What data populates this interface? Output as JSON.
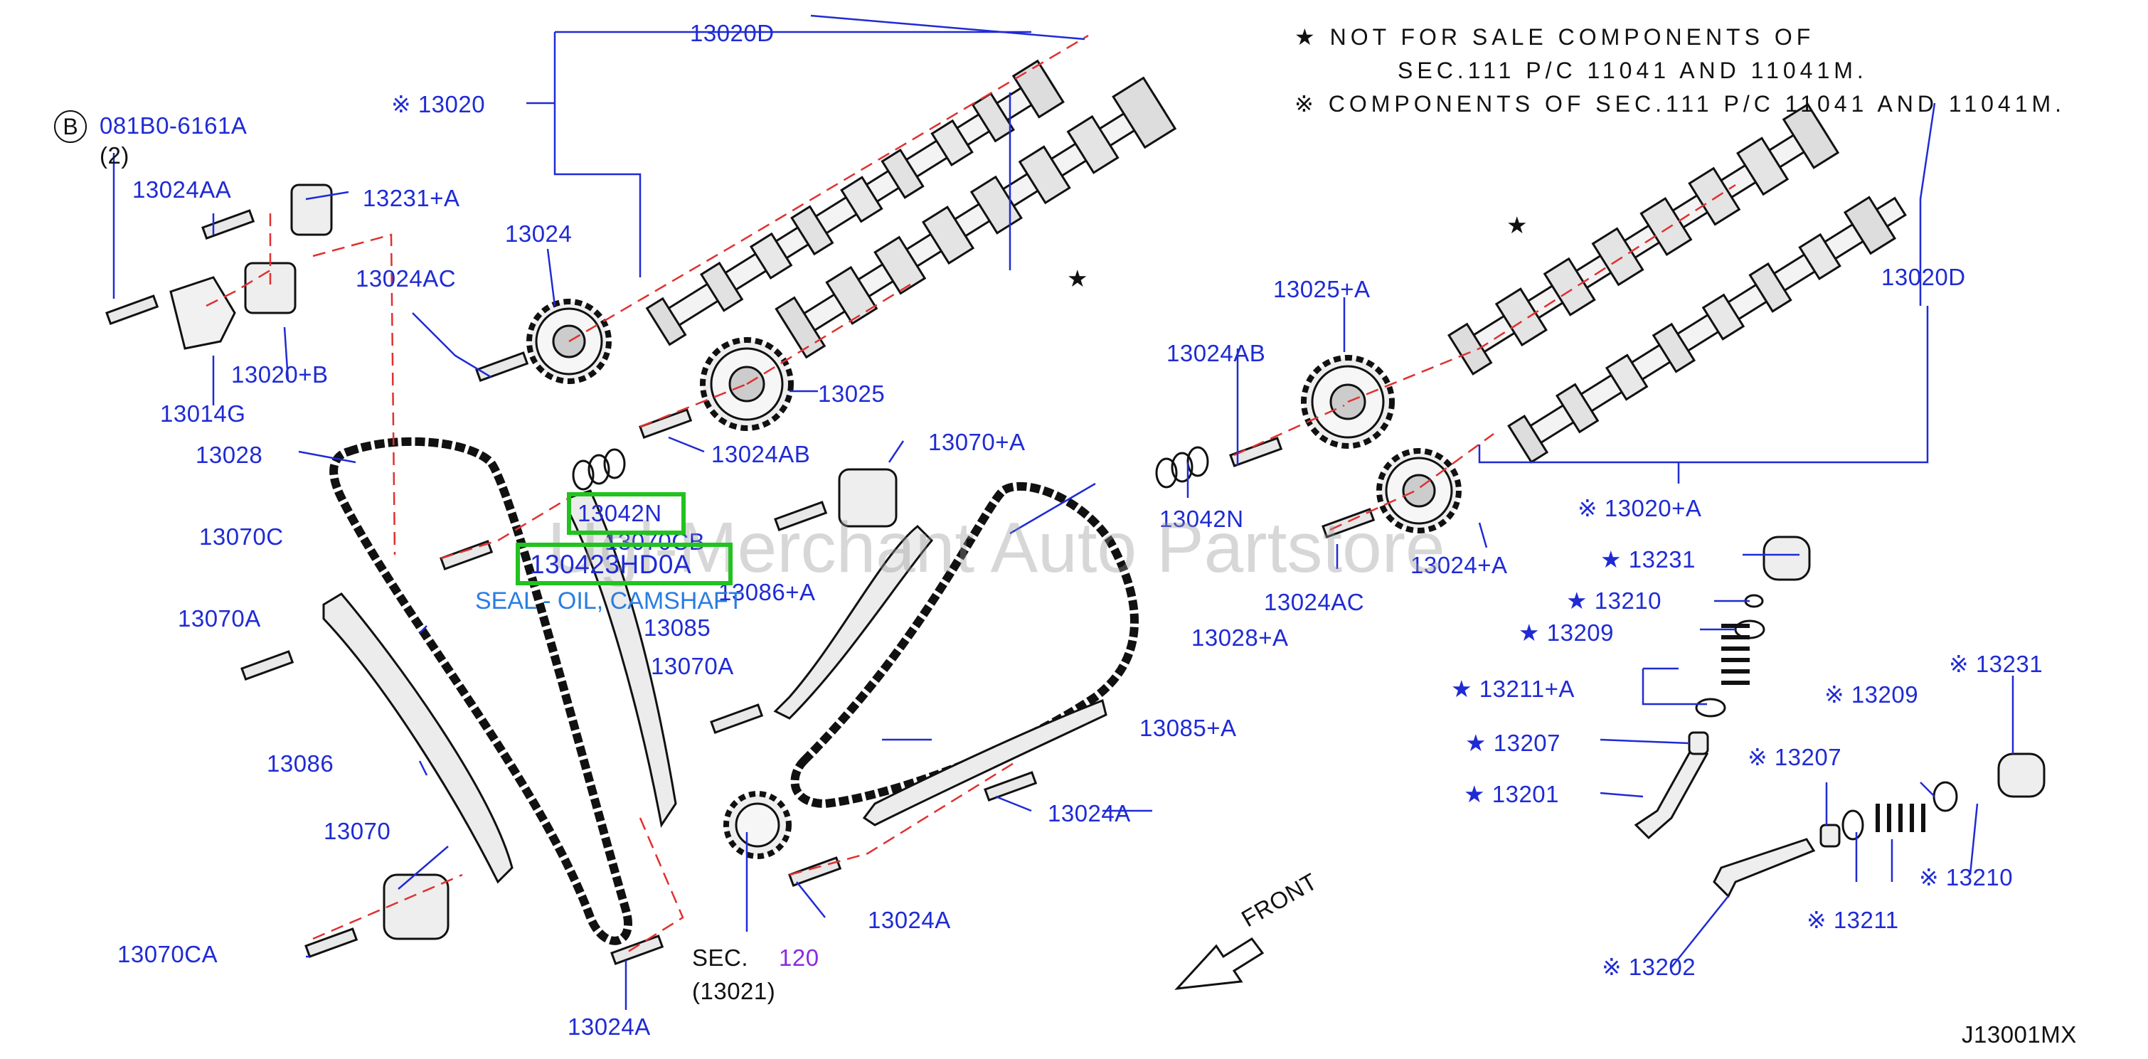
{
  "notes": {
    "star_line1": "★ NOT FOR SALE COMPONENTS OF",
    "star_line2": "SEC.111 P/C 11041 AND 11041M.",
    "ref_line": "※ COMPONENTS OF SEC.111 P/C 11041 AND 11041M."
  },
  "highlight": {
    "part_a": "13042N",
    "part_b": "130423HD0A",
    "description": "SEAL - OIL, CAMSHAFT"
  },
  "watermark": "Ugl-Merchant Auto Partstore",
  "front_label": "FRONT",
  "diagram_id": "J13001MX",
  "bolt_ref": {
    "circle": "B",
    "code": "081B0-6161A",
    "qty": "(2)"
  },
  "sec_ref": {
    "prefix": "SEC.",
    "number": "120",
    "sub": "(13021)"
  },
  "labels": [
    "13020D",
    "※ 13020",
    "13024AA",
    "13231+A",
    "13024AC",
    "13024",
    "13020+B",
    "13014G",
    "13025",
    "13024AB",
    "13028",
    "13070C",
    "13070CB",
    "13086+A",
    "13085",
    "13070A",
    "13070A",
    "13086",
    "13070",
    "13070CA",
    "13024A",
    "13070+A",
    "13028+A",
    "13085+A",
    "13024A",
    "13024A",
    "13025+A",
    "13024AB",
    "13042N",
    "13024AC",
    "13024+A",
    "13020D",
    "※ 13020+A",
    "★ 13231",
    "★ 13210",
    "★ 13209",
    "★ 13211+A",
    "★ 13207",
    "★ 13201",
    "※ 13231",
    "※ 13209",
    "※ 13207",
    "※ 13210",
    "※ 13211",
    "※ 13202",
    "★",
    "★"
  ]
}
